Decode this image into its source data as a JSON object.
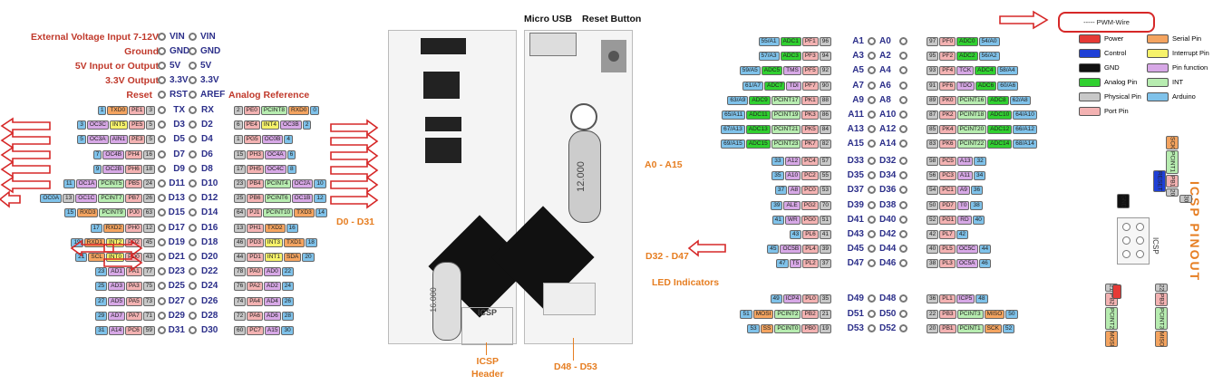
{
  "colors": {
    "power": "#e53935",
    "control": "#1e3fd6",
    "gnd": "#111111",
    "analog": "#30d030",
    "physical": "#c8c8c8",
    "port": "#f3b2b2",
    "serial": "#f4a460",
    "interrupt": "#f6f26a",
    "pinfunc": "#d7a8e6",
    "int": "#b7ecb0",
    "arduino": "#7fc2ea"
  },
  "top": {
    "micro_usb": "Micro USB",
    "reset_button": "Reset Button",
    "reset_on_board": "RESET",
    "crystal": "12.000",
    "crystal2": "16.000",
    "icsp_board": "ICSP"
  },
  "power_labels": {
    "ext": "External Voltage Input 7-12V",
    "ground": "Ground",
    "fivev": "5V Input or Output",
    "three": "3.3V Output",
    "reset": "Reset",
    "aref": "Analog Reference"
  },
  "power_pins": [
    [
      "VIN",
      "VIN"
    ],
    [
      "GND",
      "GND"
    ],
    [
      "5V",
      "5V"
    ],
    [
      "3.3V",
      "3.3V"
    ],
    [
      "RST",
      "AREF"
    ]
  ],
  "left_rows": [
    {
      "l": [
        "1",
        "TXD0",
        "PE1",
        "3"
      ],
      "a": "TX",
      "b": "RX",
      "r": [
        "2",
        "PE0",
        "PCINT8",
        "RXD0",
        "0"
      ]
    },
    {
      "l": [
        "3",
        "OC3C",
        "INT5",
        "PE5",
        "5"
      ],
      "a": "D3",
      "b": "D2",
      "r": [
        "6",
        "PE4",
        "INT4",
        "OC3B",
        "2"
      ]
    },
    {
      "l": [
        "5",
        "OC3A",
        "AIN1",
        "PE3",
        "5"
      ],
      "a": "D5",
      "b": "D4",
      "r": [
        "1",
        "PG5",
        "OC0B",
        "4"
      ]
    },
    {
      "l": [
        "7",
        "OC4B",
        "PH4",
        "16"
      ],
      "a": "D7",
      "b": "D6",
      "r": [
        "15",
        "PH3",
        "OC4A",
        "6"
      ]
    },
    {
      "l": [
        "9",
        "OC2B",
        "PH6",
        "18"
      ],
      "a": "D9",
      "b": "D8",
      "r": [
        "17",
        "PH5",
        "OC4C",
        "8"
      ]
    },
    {
      "l": [
        "11",
        "OC1A",
        "PCINT5",
        "PB5",
        "24"
      ],
      "a": "D11",
      "b": "D10",
      "r": [
        "23",
        "PB4",
        "PCINT4",
        "OC2A",
        "10"
      ]
    },
    {
      "l": [
        "OC0A",
        "13",
        "OC1C",
        "PCINT7",
        "PB7",
        "26"
      ],
      "a": "D13",
      "b": "D12",
      "r": [
        "25",
        "PB6",
        "PCINT6",
        "OC1B",
        "12"
      ]
    },
    {
      "l": [
        "15",
        "RXD3",
        "PCINT9",
        "PJ0",
        "63"
      ],
      "a": "D15",
      "b": "D14",
      "r": [
        "64",
        "PJ1",
        "PCINT10",
        "TXD3",
        "14"
      ]
    },
    {
      "l": [
        "17",
        "RXD2",
        "PH0",
        "12"
      ],
      "a": "D17",
      "b": "D16",
      "r": [
        "13",
        "PH1",
        "TXD2",
        "16"
      ]
    },
    {
      "l": [
        "19",
        "RXD1",
        "INT2",
        "PD2",
        "45"
      ],
      "a": "D19",
      "b": "D18",
      "r": [
        "46",
        "PD3",
        "INT3",
        "TXD1",
        "18"
      ]
    },
    {
      "l": [
        "21",
        "SCL",
        "INT0",
        "PD0",
        "43"
      ],
      "a": "D21",
      "b": "D20",
      "r": [
        "44",
        "PD1",
        "INT1",
        "SDA",
        "20"
      ]
    },
    {
      "l": [
        "23",
        "AD1",
        "PA1",
        "77"
      ],
      "a": "D23",
      "b": "D22",
      "r": [
        "78",
        "PA0",
        "AD0",
        "22"
      ]
    },
    {
      "l": [
        "25",
        "AD3",
        "PA3",
        "75"
      ],
      "a": "D25",
      "b": "D24",
      "r": [
        "76",
        "PA2",
        "AD2",
        "24"
      ]
    },
    {
      "l": [
        "27",
        "AD5",
        "PA5",
        "73"
      ],
      "a": "D27",
      "b": "D26",
      "r": [
        "74",
        "PA4",
        "AD4",
        "26"
      ]
    },
    {
      "l": [
        "29",
        "AD7",
        "PA7",
        "71"
      ],
      "a": "D29",
      "b": "D28",
      "r": [
        "72",
        "PA6",
        "AD6",
        "28"
      ]
    },
    {
      "l": [
        "31",
        "A14",
        "PC6",
        "59"
      ],
      "a": "D31",
      "b": "D30",
      "r": [
        "60",
        "PC7",
        "A15",
        "30"
      ]
    }
  ],
  "right_rows": [
    {
      "l": [
        "55/A1",
        "ADC1",
        "PF1",
        "96"
      ],
      "a": "A1",
      "b": "A0",
      "r": [
        "97",
        "PF0",
        "ADC0",
        "54/A0"
      ]
    },
    {
      "l": [
        "57/A3",
        "ADC3",
        "PF3",
        "94"
      ],
      "a": "A3",
      "b": "A2",
      "r": [
        "95",
        "PF2",
        "ADC2",
        "56/A2"
      ]
    },
    {
      "l": [
        "59/A5",
        "ADC5",
        "TMS",
        "PF5",
        "92"
      ],
      "a": "A5",
      "b": "A4",
      "r": [
        "93",
        "PF4",
        "TCK",
        "ADC4",
        "58/A4"
      ]
    },
    {
      "l": [
        "61/A7",
        "ADC7",
        "TDI",
        "PF7",
        "90"
      ],
      "a": "A7",
      "b": "A6",
      "r": [
        "91",
        "PF6",
        "TDO",
        "ADC6",
        "60/A6"
      ]
    },
    {
      "l": [
        "63/A9",
        "ADC9",
        "PCINT17",
        "PK1",
        "88"
      ],
      "a": "A9",
      "b": "A8",
      "r": [
        "89",
        "PK0",
        "PCINT16",
        "ADC8",
        "62/A8"
      ]
    },
    {
      "l": [
        "65/A11",
        "ADC11",
        "PCINT19",
        "PK3",
        "86"
      ],
      "a": "A11",
      "b": "A10",
      "r": [
        "87",
        "PK2",
        "PCINT18",
        "ADC10",
        "64/A10"
      ]
    },
    {
      "l": [
        "67/A13",
        "ADC13",
        "PCINT21",
        "PK5",
        "84"
      ],
      "a": "A13",
      "b": "A12",
      "r": [
        "85",
        "PK4",
        "PCINT20",
        "ADC12",
        "66/A12"
      ]
    },
    {
      "l": [
        "69/A15",
        "ADC15",
        "PCINT23",
        "PK7",
        "82"
      ],
      "a": "A15",
      "b": "A14",
      "r": [
        "83",
        "PK6",
        "PCINT22",
        "ADC14",
        "68/A14"
      ]
    },
    {
      "l": [
        "33",
        "A12",
        "PC4",
        "57"
      ],
      "a": "D33",
      "b": "D32",
      "r": [
        "58",
        "PC5",
        "A13",
        "32"
      ]
    },
    {
      "l": [
        "35",
        "A10",
        "PC2",
        "55"
      ],
      "a": "D35",
      "b": "D34",
      "r": [
        "56",
        "PC3",
        "A11",
        "34"
      ]
    },
    {
      "l": [
        "37",
        "A8",
        "PC0",
        "53"
      ],
      "a": "D37",
      "b": "D36",
      "r": [
        "54",
        "PC1",
        "A9",
        "36"
      ]
    },
    {
      "l": [
        "39",
        "ALE",
        "PG2",
        "70"
      ],
      "a": "D39",
      "b": "D38",
      "r": [
        "50",
        "PD7",
        "T0",
        "38"
      ]
    },
    {
      "l": [
        "41",
        "WR",
        "PG0",
        "51"
      ],
      "a": "D41",
      "b": "D40",
      "r": [
        "52",
        "PG1",
        "RD",
        "40"
      ]
    },
    {
      "l": [
        "43",
        "PL6",
        "41"
      ],
      "a": "D43",
      "b": "D42",
      "r": [
        "42",
        "PL7",
        "42"
      ]
    },
    {
      "l": [
        "45",
        "OC5B",
        "PL4",
        "39"
      ],
      "a": "D45",
      "b": "D44",
      "r": [
        "40",
        "PL5",
        "OC5C",
        "44"
      ]
    },
    {
      "l": [
        "47",
        "T5",
        "PL2",
        "37"
      ],
      "a": "D47",
      "b": "D46",
      "r": [
        "38",
        "PL3",
        "OC5A",
        "46"
      ]
    }
  ],
  "right_rows2": [
    {
      "l": [
        "49",
        "ICP4",
        "PL0",
        "35"
      ],
      "a": "D49",
      "b": "D48",
      "r": [
        "36",
        "PL1",
        "ICP5",
        "48"
      ]
    },
    {
      "l": [
        "51",
        "MOSI",
        "PCINT2",
        "PB2",
        "21"
      ],
      "a": "D51",
      "b": "D50",
      "r": [
        "22",
        "PB3",
        "PCINT3",
        "MISO",
        "50"
      ]
    },
    {
      "l": [
        "53",
        "SS",
        "PCINT0",
        "PB0",
        "19"
      ],
      "a": "D53",
      "b": "D52",
      "r": [
        "20",
        "PB1",
        "PCINT1",
        "SCK",
        "52"
      ]
    }
  ],
  "section_labels": {
    "a0a15": "A0 - A15",
    "d0d31": "D0 - D31",
    "d32d47": "D32 - D47",
    "led": "LED Indicators",
    "d48d53": "D48 - D53",
    "icsp_header": "ICSP\nHeader"
  },
  "legend": {
    "pwm": "----- PWM-Wire",
    "items": [
      [
        "Power",
        "Serial Pin"
      ],
      [
        "Control",
        "Interrupt Pin"
      ],
      [
        "GND",
        "Pin function"
      ],
      [
        "Analog Pin",
        "INT"
      ],
      [
        "Physical Pin",
        "Arduino"
      ],
      [
        "Port Pin",
        ""
      ]
    ]
  },
  "icsp": {
    "title": "ICSP PINOUT",
    "label": "ICSP",
    "gnd": "GND",
    "reset": "RESET",
    "top": [
      "SCK",
      "PCINT1",
      "PB1",
      "20"
    ],
    "mid": [
      "30"
    ],
    "left": [
      "21",
      "PB2",
      "PCINT2",
      "MOSI"
    ],
    "right": [
      "22",
      "PB3",
      "PCINT3",
      "MISO"
    ]
  }
}
